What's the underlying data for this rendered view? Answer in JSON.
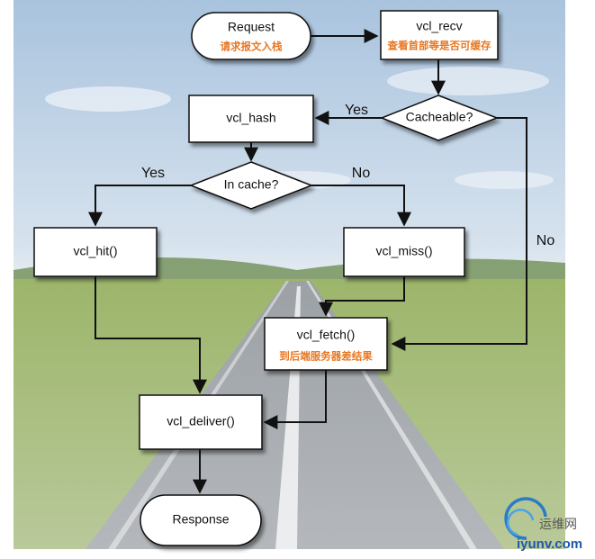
{
  "nodes": {
    "request": {
      "label": "Request",
      "note": "请求报文入栈"
    },
    "vcl_recv": {
      "label": "vcl_recv",
      "note": "查看首部等是否可缓存"
    },
    "cacheable": {
      "label": "Cacheable?"
    },
    "vcl_hash": {
      "label": "vcl_hash"
    },
    "in_cache": {
      "label": "In cache?"
    },
    "vcl_hit": {
      "label": "vcl_hit()"
    },
    "vcl_miss": {
      "label": "vcl_miss()"
    },
    "vcl_fetch": {
      "label": "vcl_fetch()",
      "note": "到后端服务器差结果"
    },
    "vcl_deliver": {
      "label": "vcl_deliver()"
    },
    "response": {
      "label": "Response"
    }
  },
  "edge_labels": {
    "cacheable_yes": "Yes",
    "cacheable_no": "No",
    "in_cache_yes": "Yes",
    "in_cache_no": "No"
  },
  "watermark": {
    "cn": "运维网",
    "en": "iyunv.com"
  },
  "colors": {
    "node_fill": "#ffffff",
    "stroke": "#111111",
    "note": "#e87722",
    "sky": "#b9cfe3",
    "grass": "#8fae5a",
    "road": "#8d939a"
  }
}
